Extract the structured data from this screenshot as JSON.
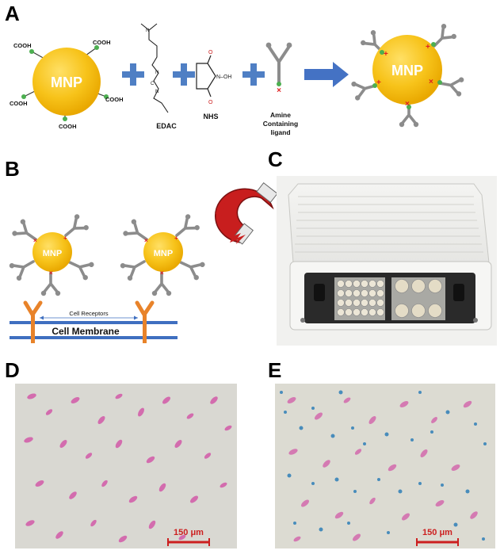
{
  "panels": {
    "A": {
      "letter": "A",
      "particle_label": "MNP",
      "cooh_label": "COOH",
      "edac_label": "EDAC",
      "nhs_label": "NHS",
      "nhs_oh": "N–OH",
      "ligand_label_lines": [
        "Amine",
        "Containing",
        "ligand"
      ],
      "product_label": "MNP"
    },
    "B": {
      "letter": "B",
      "particle_label": "MNP",
      "receptors_label": "Cell Receptors",
      "membrane_label": "Cell Membrane"
    },
    "C": {
      "letter": "C"
    },
    "D": {
      "letter": "D",
      "scale_bar": "150 μm"
    },
    "E": {
      "letter": "E",
      "scale_bar": "150 μm"
    }
  },
  "colors": {
    "particle": "#f5b90c",
    "plus": "#4f7fc4",
    "arrow": "#4472c4",
    "antibody": "#8c8c8c",
    "green_dot": "#4caf50",
    "red_mark": "#e02020",
    "receptor": "#e8832a",
    "membrane": "#3f6fc0",
    "magnet": "#c81e1e",
    "stain_pink": "#d25aa8",
    "stain_blue": "#2f7fb8",
    "scale_bar": "#cc1f1f"
  },
  "icons": {
    "plus": "plus-icon",
    "arrow": "right-arrow-icon",
    "magnet": "horseshoe-magnet-icon"
  }
}
